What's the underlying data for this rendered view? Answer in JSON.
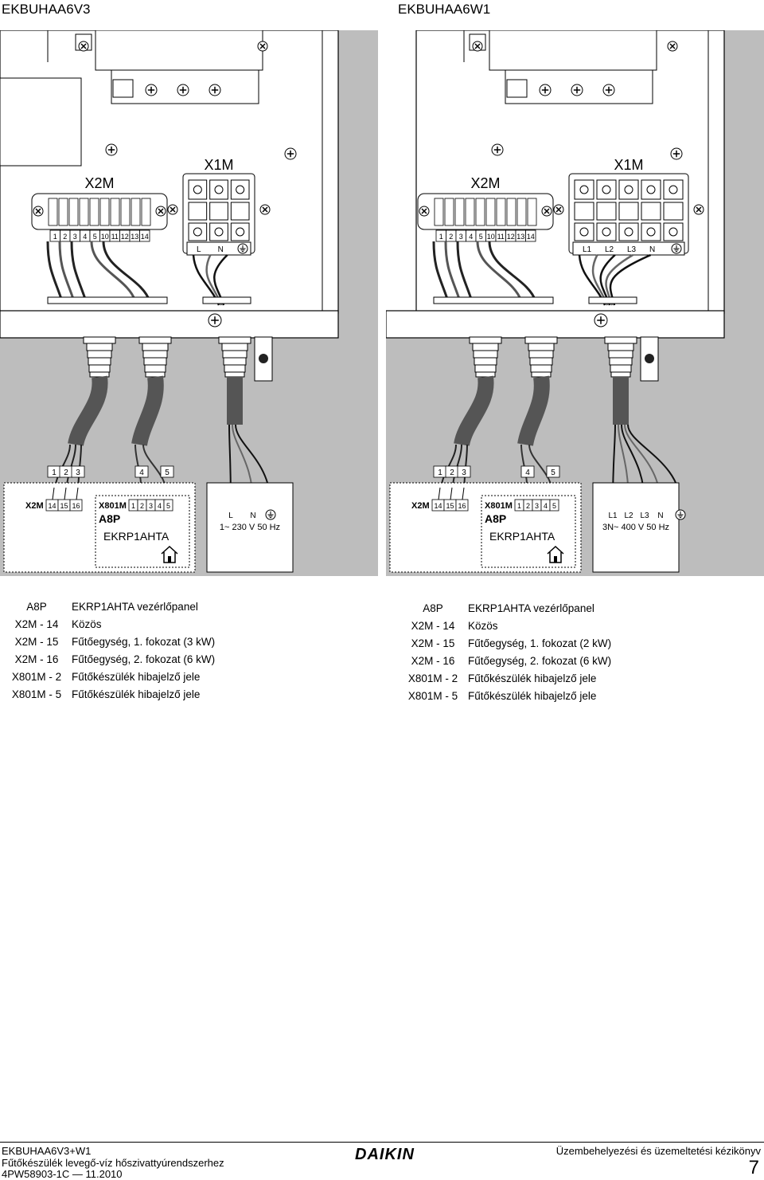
{
  "left": {
    "model": "EKBUHAA6V3",
    "x2m_label": "X2M",
    "x1m_label": "X1M",
    "x2m_terminals": [
      "1",
      "2",
      "3",
      "4",
      "5",
      "10",
      "11",
      "12",
      "13",
      "14"
    ],
    "x1m_terminals": [
      "L",
      "N"
    ],
    "top_terminal_numbers": [
      "1",
      "2",
      "3",
      "4",
      "5"
    ],
    "box1": {
      "label": "X2M",
      "terminals": [
        "14",
        "15",
        "16"
      ]
    },
    "box2": {
      "x801m_label": "X801M",
      "terminals": [
        "1",
        "2",
        "3",
        "4",
        "5"
      ],
      "a8p": "A8P",
      "ekrp": "EKRP1AHTA"
    },
    "box3": {
      "terminals": [
        "L",
        "N"
      ],
      "supply": "1~ 230 V 50 Hz"
    },
    "legend": [
      {
        "code": "A8P",
        "desc": "EKRP1AHTA vezérlőpanel"
      },
      {
        "code": "X2M - 14",
        "desc": "Közös"
      },
      {
        "code": "X2M - 15",
        "desc": "Fűtőegység, 1. fokozat (3 kW)"
      },
      {
        "code": "X2M - 16",
        "desc": "Fűtőegység, 2. fokozat (6 kW)"
      },
      {
        "code": "X801M - 2",
        "desc": "Fűtőkészülék hibajelző jele"
      },
      {
        "code": "X801M - 5",
        "desc": "Fűtőkészülék hibajelző jele"
      }
    ]
  },
  "right": {
    "model": "EKBUHAA6W1",
    "x2m_label": "X2M",
    "x1m_label": "X1M",
    "x2m_terminals": [
      "1",
      "2",
      "3",
      "4",
      "5",
      "10",
      "11",
      "12",
      "13",
      "14"
    ],
    "x1m_terminals": [
      "L1",
      "L2",
      "L3",
      "N"
    ],
    "top_terminal_numbers": [
      "1",
      "2",
      "3",
      "4",
      "5"
    ],
    "box1": {
      "label": "X2M",
      "terminals": [
        "14",
        "15",
        "16"
      ]
    },
    "box2": {
      "x801m_label": "X801M",
      "terminals": [
        "1",
        "2",
        "3",
        "4",
        "5"
      ],
      "a8p": "A8P",
      "ekrp": "EKRP1AHTA"
    },
    "box3": {
      "terminals": [
        "L1",
        "L2",
        "L3",
        "N"
      ],
      "supply": "3N~ 400 V 50 Hz"
    },
    "legend": [
      {
        "code": "A8P",
        "desc": "EKRP1AHTA vezérlőpanel"
      },
      {
        "code": "X2M - 14",
        "desc": "Közös"
      },
      {
        "code": "X2M - 15",
        "desc": "Fűtőegység, 1. fokozat (2 kW)"
      },
      {
        "code": "X2M - 16",
        "desc": "Fűtőegység, 2. fokozat (6 kW)"
      },
      {
        "code": "X801M - 2",
        "desc": "Fűtőkészülék hibajelző jele"
      },
      {
        "code": "X801M - 5",
        "desc": "Fűtőkészülék hibajelző jele"
      }
    ]
  },
  "footer": {
    "doc_model": "EKBUHAA6V3+W1",
    "doc_subtitle": "Fűtőkészülék levegő-víz hőszivattyúrendszerhez",
    "doc_code": "4PW58903-1C — 11.2010",
    "logo": "DAIKIN",
    "manual_title": "Üzembehelyezési és üzemeltetési kézikönyv",
    "page": "7"
  }
}
